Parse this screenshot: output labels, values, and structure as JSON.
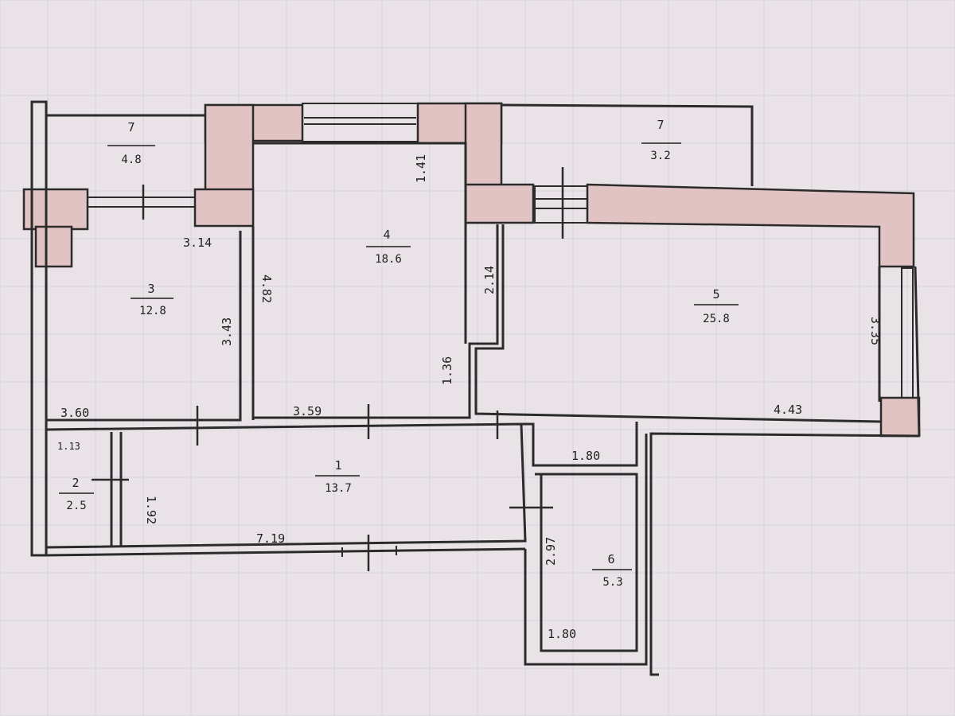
{
  "rooms": [
    {
      "id": "1",
      "area": "13.7"
    },
    {
      "id": "2",
      "area": "2.5"
    },
    {
      "id": "3",
      "area": "12.8"
    },
    {
      "id": "4",
      "area": "18.6"
    },
    {
      "id": "5",
      "area": "25.8"
    },
    {
      "id": "6",
      "area": "5.3"
    },
    {
      "id": "7",
      "area": "4.8"
    },
    {
      "id": "7",
      "area": "3.2"
    }
  ],
  "dimensions": [
    "3.14",
    "4.82",
    "1.41",
    "2.14",
    "3.35",
    "3.43",
    "3.60",
    "3.59",
    "1.36",
    "4.43",
    "1.80",
    "1.13",
    "1.92",
    "7.19",
    "2.97",
    "1.80"
  ]
}
